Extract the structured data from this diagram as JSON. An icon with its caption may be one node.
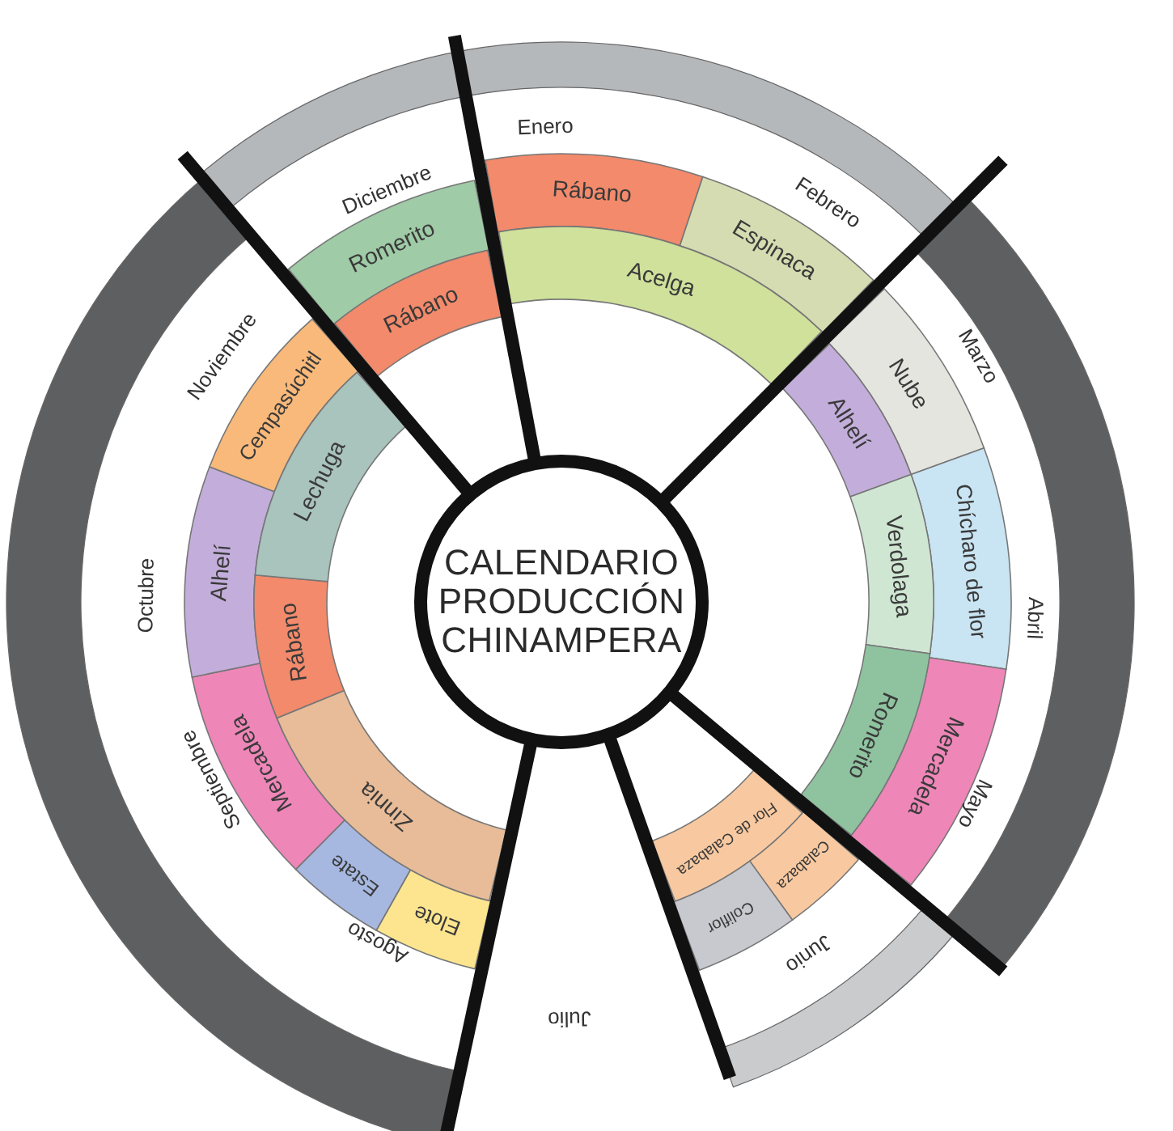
{
  "diagram": {
    "nodes": [
      {
        "text": [
          "CALENDARIO PRODUCCIÓN CHINAMPERA"
        ]
      },
      {
        "text": [
          "Rábano"
        ]
      },
      {
        "text": [
          "Espinaca"
        ]
      },
      {
        "text": [
          "Acelga"
        ]
      },
      {
        "text": [
          "Nube"
        ]
      },
      {
        "text": [
          "Chícharo de flor"
        ]
      },
      {
        "text": [
          "Mercadela"
        ]
      },
      {
        "text": [
          "Alhelí"
        ]
      },
      {
        "text": [
          "Verdolaga"
        ]
      },
      {
        "text": [
          "Romerito"
        ]
      },
      {
        "text": [
          "Flor de Calabaza"
        ]
      },
      {
        "text": [
          "Calabaza"
        ]
      },
      {
        "text": [
          "Coliflor"
        ]
      },
      {
        "text": [
          "Elote"
        ]
      },
      {
        "text": [
          "Estate"
        ]
      },
      {
        "text": [
          "Mercadela"
        ]
      },
      {
        "text": [
          "Alhelí"
        ]
      },
      {
        "text": [
          "Cempasúchitl"
        ]
      },
      {
        "text": [
          "Zinnia"
        ]
      },
      {
        "text": [
          "Rábano"
        ]
      },
      {
        "text": [
          "Lechuga"
        ]
      },
      {
        "text": [
          "Romerito"
        ]
      },
      {
        "text": [
          "Rábano"
        ]
      }
    ],
    "labels": [
      "Enero",
      "Febrero",
      "Marzo",
      "Abril",
      "Mayo",
      "Junio",
      "Julio",
      "Agosto",
      "Septiembre",
      "Octubre",
      "Noviembre",
      "Diciembre"
    ]
  }
}
